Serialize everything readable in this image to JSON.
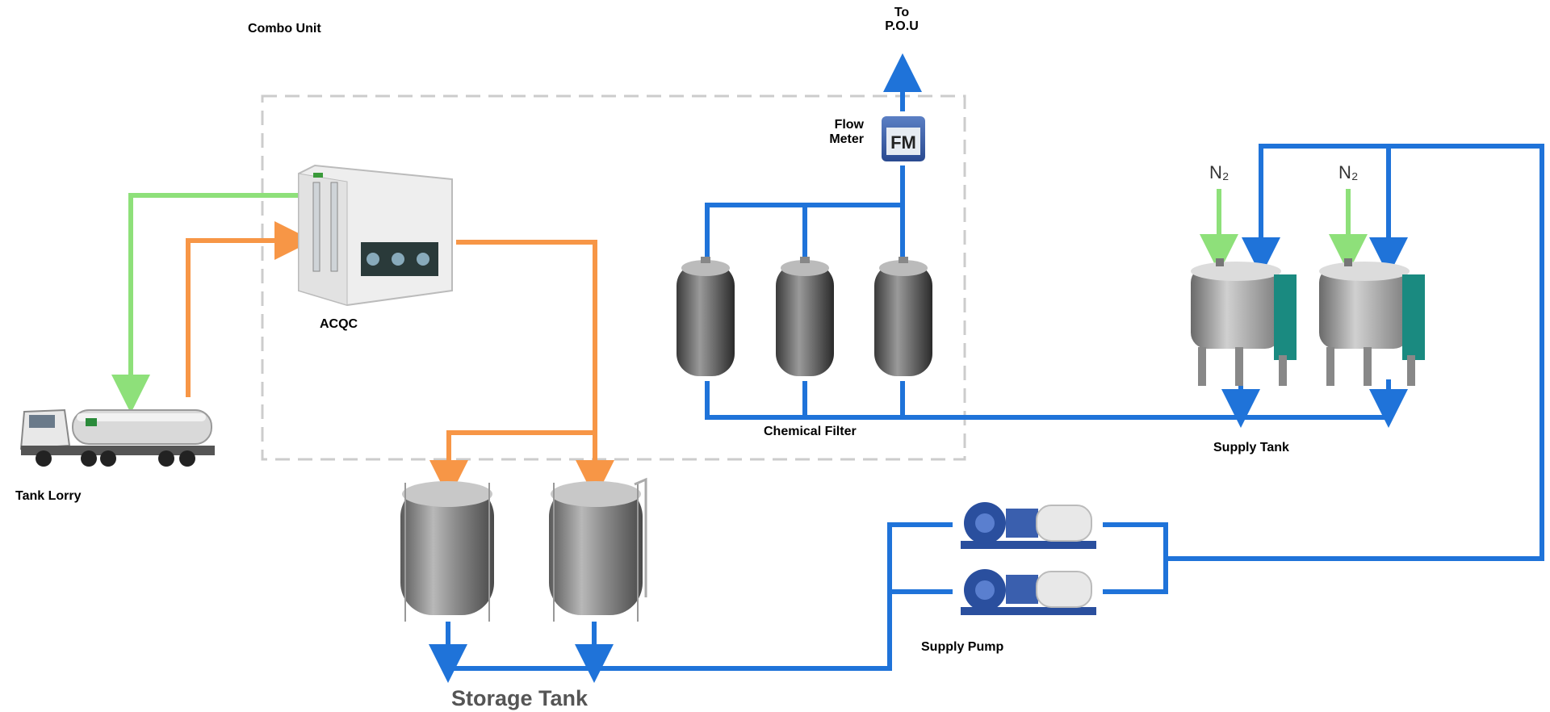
{
  "labels": {
    "combo_unit": "Combo Unit",
    "to_pou_line1": "To",
    "to_pou_line2": "P.O.U",
    "flow_meter_line1": "Flow",
    "flow_meter_line2": "Meter",
    "fm_badge": "FM",
    "acqc": "ACQC",
    "chemical_filter": "Chemical Filter",
    "supply_tank": "Supply Tank",
    "tank_lorry": "Tank Lorry",
    "supply_pump": "Supply Pump",
    "storage_tank": "Storage Tank",
    "n2_left": "N₂",
    "n2_right": "N₂"
  },
  "colors": {
    "pipe_blue": "#1f73d9",
    "pipe_orange": "#f79646",
    "pipe_green": "#8ee07a",
    "boundary_dashed": "#cccccc",
    "pump_blue": "#2a4f9e",
    "filter_dark": "#4a4a4a",
    "tank_grey": "#8a8a8a",
    "gauge_teal": "#1a8a80"
  },
  "icons": [
    "truck-icon",
    "acqc-unit-icon",
    "storage-tank-icon",
    "chemical-filter-icon",
    "flow-meter-icon",
    "supply-tank-icon",
    "supply-pump-icon"
  ]
}
